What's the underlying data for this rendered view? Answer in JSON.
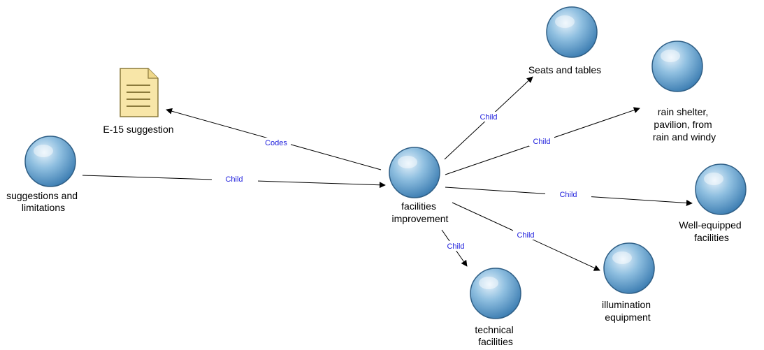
{
  "diagram": {
    "nodes": {
      "center": {
        "label_lines": [
          "facilities",
          "improvement"
        ],
        "kind": "code"
      },
      "document": {
        "label_lines": [
          "E-15 suggestion"
        ],
        "kind": "document",
        "icon": "document-icon"
      },
      "suggestions": {
        "label_lines": [
          "suggestions and",
          "limitations"
        ],
        "kind": "code"
      },
      "seats": {
        "label_lines": [
          "Seats and tables"
        ],
        "kind": "code"
      },
      "rain": {
        "label_lines": [
          "rain shelter,",
          "pavilion, from",
          "rain and windy"
        ],
        "kind": "code"
      },
      "wellequipped": {
        "label_lines": [
          "Well-equipped",
          "facilities"
        ],
        "kind": "code"
      },
      "illumination": {
        "label_lines": [
          "illumination",
          "equipment"
        ],
        "kind": "code"
      },
      "technical": {
        "label_lines": [
          "technical",
          "facilities"
        ],
        "kind": "code"
      }
    },
    "edges": [
      {
        "from": "center",
        "to": "document",
        "label": "Codes"
      },
      {
        "from": "suggestions",
        "to": "center",
        "label": "Child"
      },
      {
        "from": "center",
        "to": "seats",
        "label": "Child"
      },
      {
        "from": "center",
        "to": "rain",
        "label": "Child"
      },
      {
        "from": "center",
        "to": "wellequipped",
        "label": "Child"
      },
      {
        "from": "center",
        "to": "illumination",
        "label": "Child"
      },
      {
        "from": "center",
        "to": "technical",
        "label": "Child"
      }
    ],
    "colors": {
      "edge_label": "#2222dd",
      "edge_line": "#000000",
      "node_fill_light": "#e6f2fb",
      "node_fill_mid": "#8fbfe0",
      "node_fill_dark": "#3f7fb3",
      "node_stroke": "#2f5f86",
      "document_fill": "#f8e6a8",
      "document_stroke": "#8b7a3c"
    }
  }
}
